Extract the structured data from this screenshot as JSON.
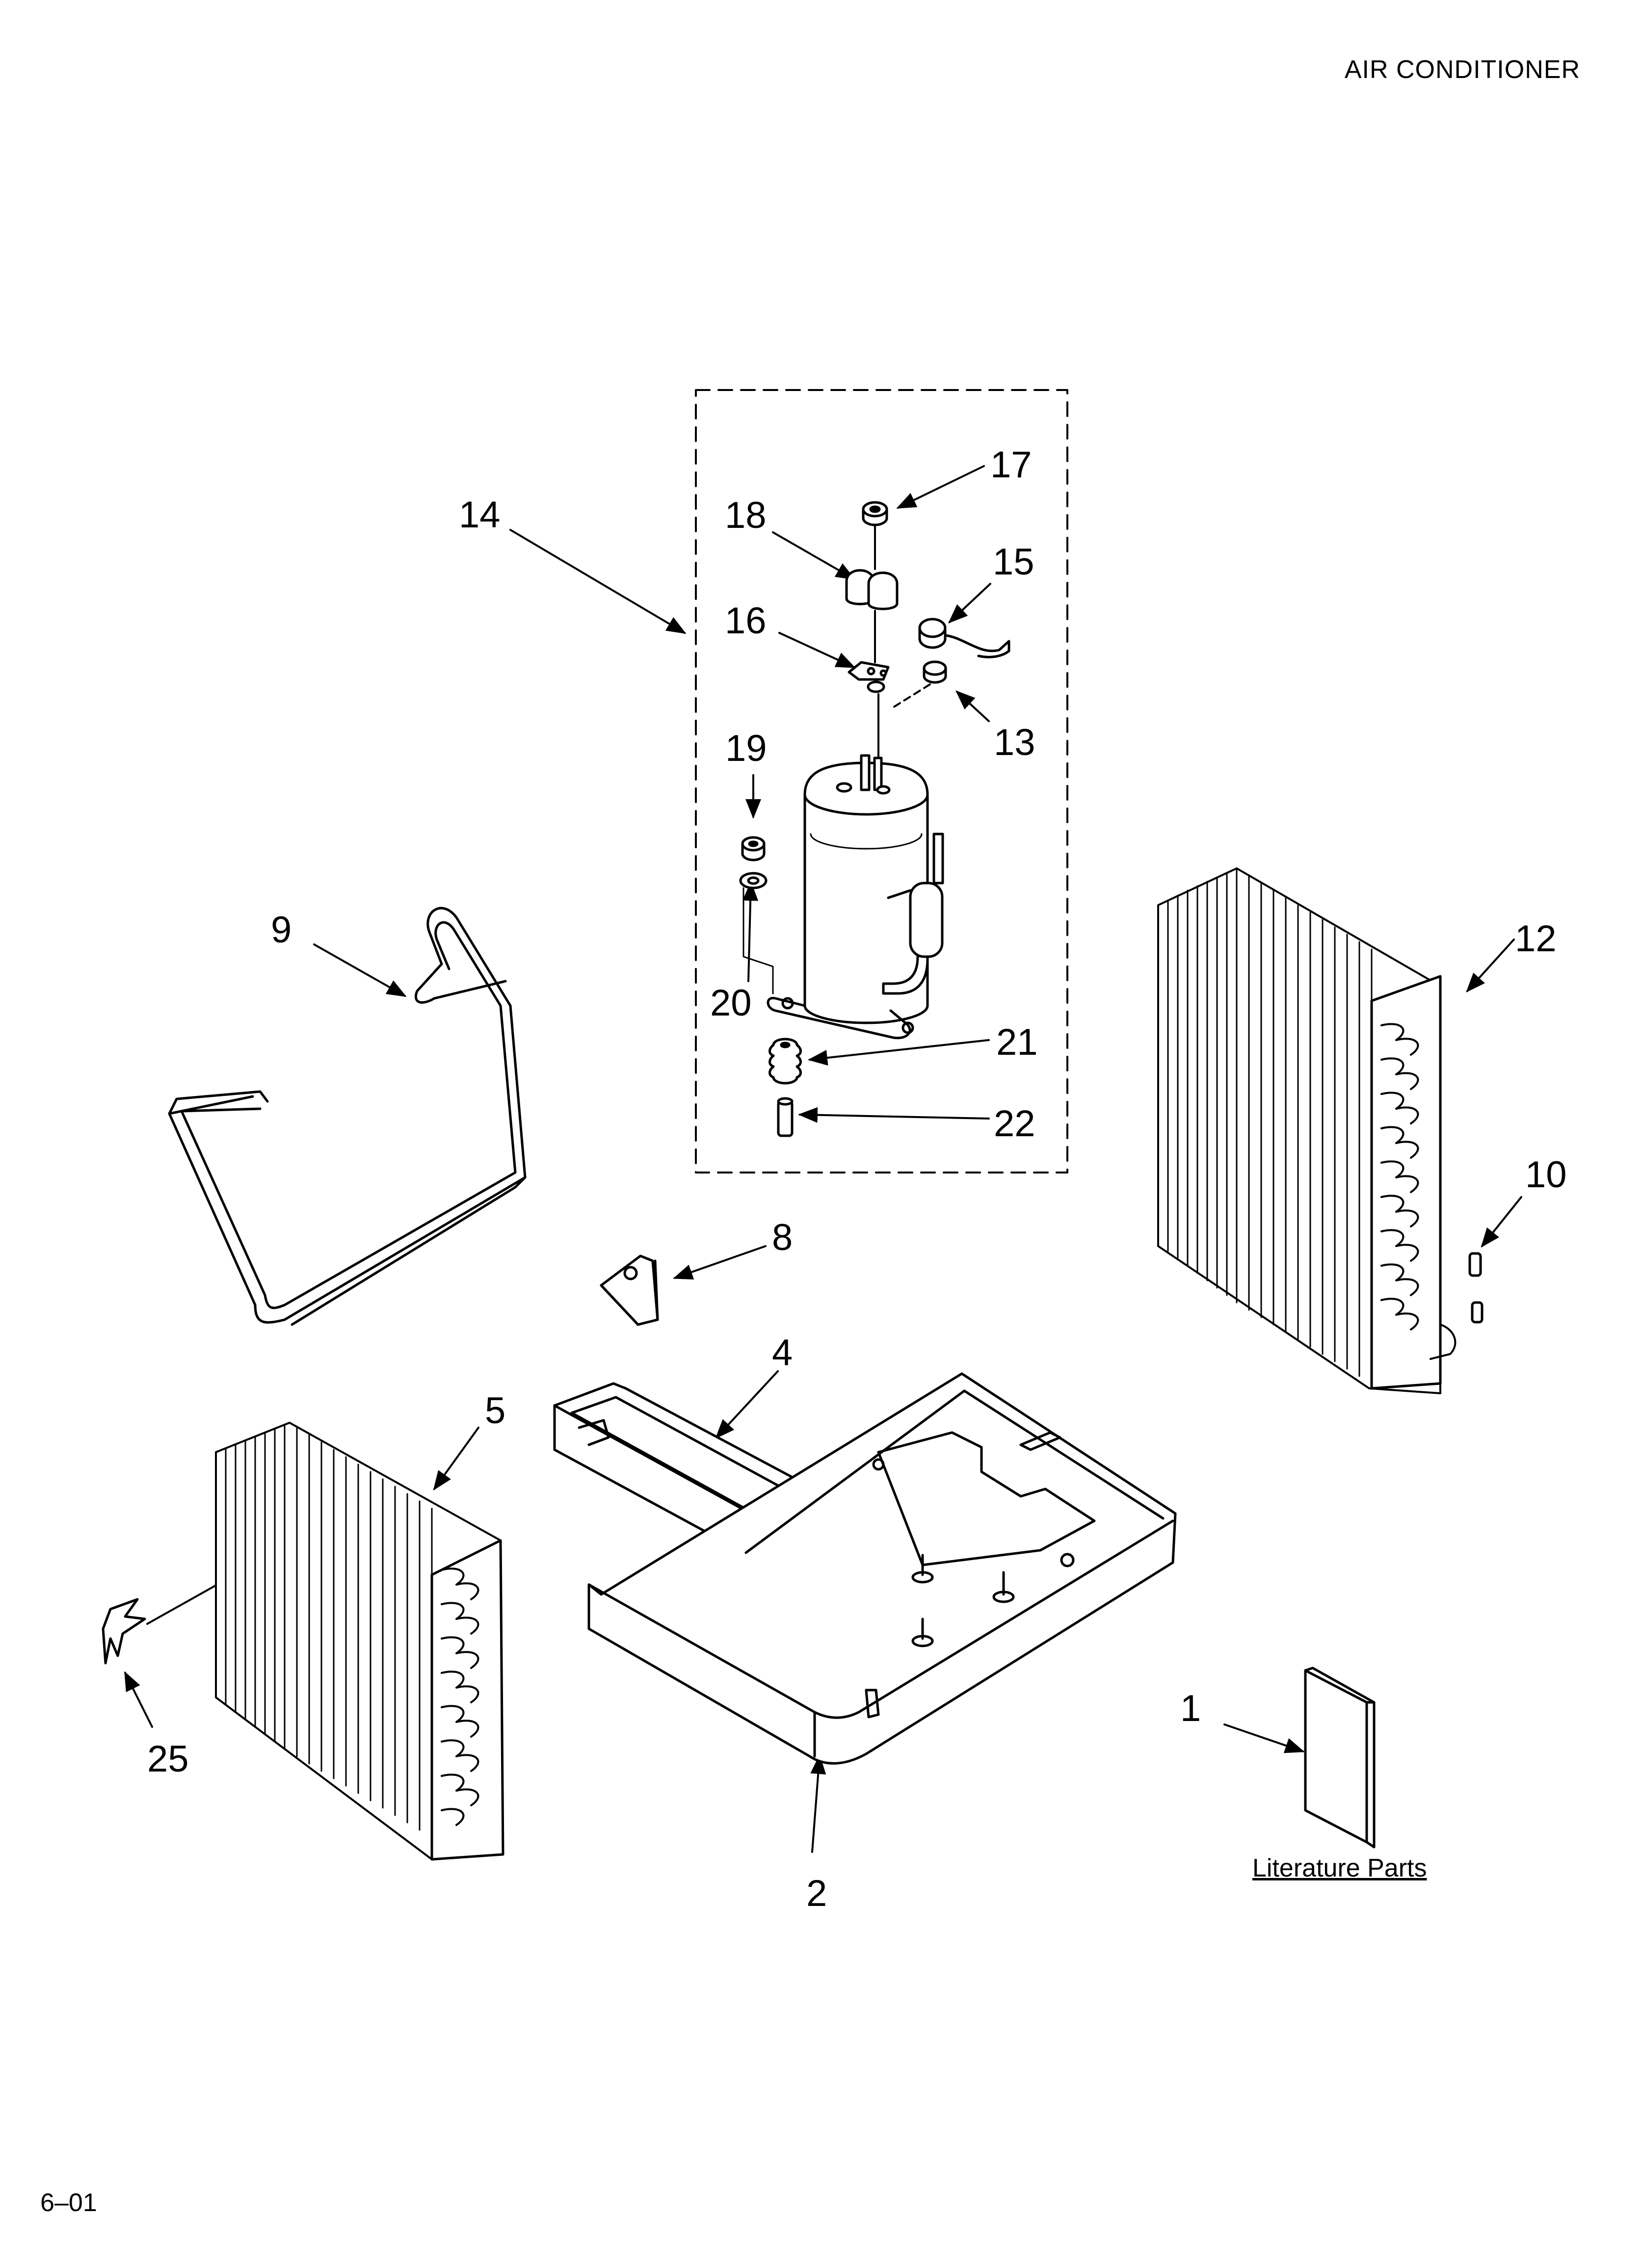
{
  "header": {
    "title": "AIR CONDITIONER"
  },
  "footer": {
    "code": "6–01"
  },
  "literature": {
    "label": "Literature Parts"
  },
  "callouts": {
    "c1": "1",
    "c2": "2",
    "c4": "4",
    "c5": "5",
    "c8": "8",
    "c9": "9",
    "c10": "10",
    "c12": "12",
    "c13": "13",
    "c14": "14",
    "c15": "15",
    "c16": "16",
    "c17": "17",
    "c18": "18",
    "c19": "19",
    "c20": "20",
    "c21": "21",
    "c22": "22",
    "c25": "25"
  }
}
